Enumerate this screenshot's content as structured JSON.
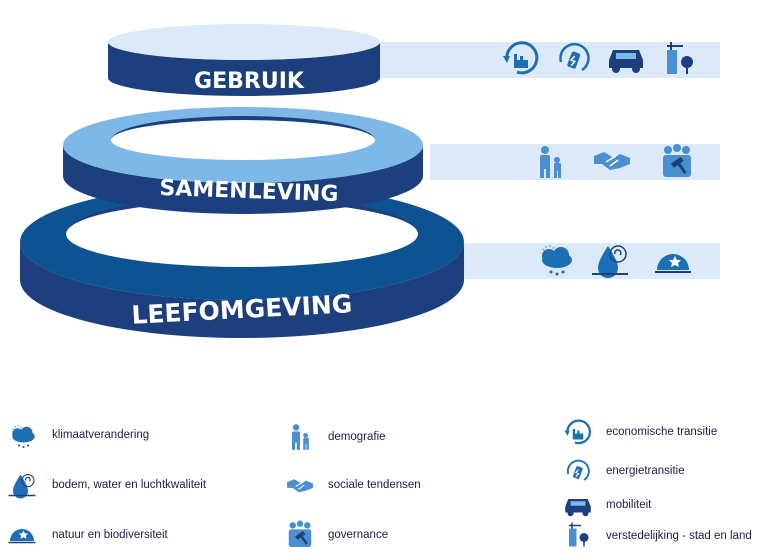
{
  "colors": {
    "dark_blue": "#1d3f7d",
    "mid_blue": "#0e5391",
    "light_blue": "#7eb8e6",
    "pale_blue": "#dbe9f8",
    "icon_blue": "#1d6fb5"
  },
  "layers": [
    {
      "label": "GEBRUIK",
      "icons": [
        "economic-transition-icon",
        "energy-transition-icon",
        "car-icon",
        "urbanization-icon"
      ]
    },
    {
      "label": "SAMENLEVING",
      "icons": [
        "demography-icon",
        "handshake-icon",
        "governance-icon"
      ]
    },
    {
      "label": "LEEFOMGEVING",
      "icons": [
        "climate-icon",
        "water-quality-icon",
        "nature-icon"
      ]
    }
  ],
  "legend": {
    "klimaat": "klimaatverandering",
    "bodem": "bodem, water en luchtkwaliteit",
    "natuur": "natuur en biodiversiteit",
    "demografie": "demografie",
    "sociale": "sociale tendensen",
    "governance": "governance",
    "economisch": "economische transitie",
    "energie": "energietransitie",
    "mobiliteit": "mobiliteit",
    "verstedelijking": "verstedelijking - stad en land"
  }
}
